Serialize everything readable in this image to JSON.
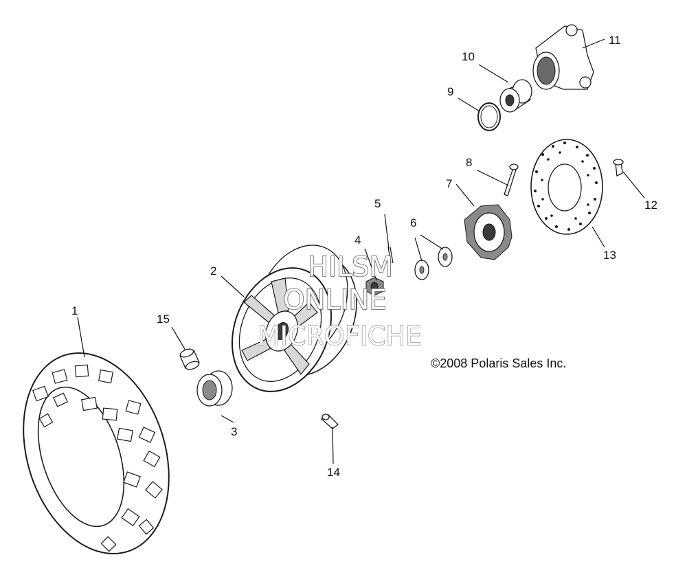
{
  "callouts": {
    "c1": "1",
    "c2": "2",
    "c3": "3",
    "c4": "4",
    "c5": "5",
    "c6": "6",
    "c7": "7",
    "c8": "8",
    "c9": "9",
    "c10": "10",
    "c11": "11",
    "c12": "12",
    "c13": "13",
    "c14": "14",
    "c15": "15"
  },
  "copyright": "©2008 Polaris Sales Inc.",
  "watermark": {
    "line1": "HILSM",
    "line2": "ONLINE",
    "line3": "MICROFICHE"
  }
}
